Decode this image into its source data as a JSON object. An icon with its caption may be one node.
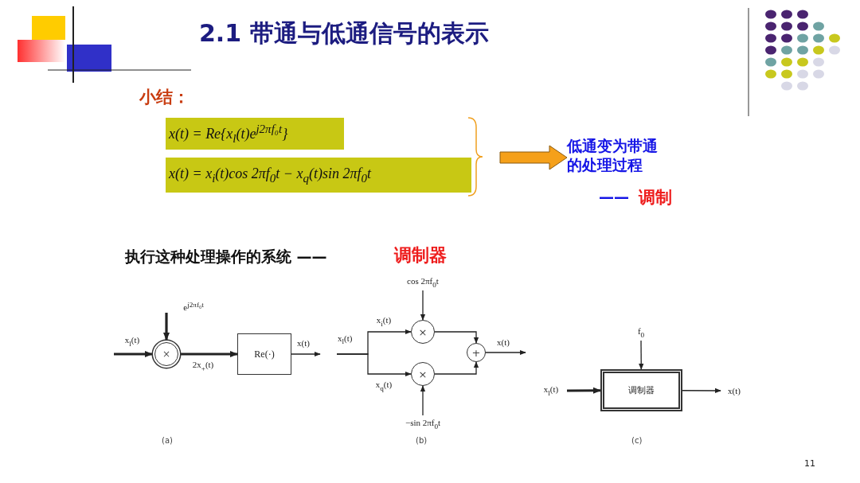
{
  "diagram": {
    "title": "2.1 带通与低通信号的表示",
    "nodes": [
      {
        "text": [
          "x(t) = Re{x$_{l}$(t)e$^{j2πf₀t}$}"
        ]
      },
      {
        "text": [
          "x(t) = x$_{i}$(t)cos 2πf$_{0}$t − x$_{q}$(t)sin 2πf$_{0}$t"
        ]
      },
      {
        "text": [
          "低通变为带通的处理过程"
        ]
      },
      {
        "text": [
          "×"
        ]
      },
      {
        "text": [
          "Re(·)"
        ]
      },
      {
        "text": [
          "×"
        ]
      },
      {
        "text": [
          "×"
        ]
      },
      {
        "text": [
          "+"
        ]
      },
      {
        "text": [
          "调制器"
        ]
      }
    ],
    "edges": [
      {
        "from": null,
        "to": 3,
        "arrow": "to",
        "label": "x$_{l}$(t)",
        "style": "thick"
      },
      {
        "from": null,
        "to": 3,
        "arrow": "to",
        "label": "e$^{j2πf₀t}$",
        "style": "thick"
      },
      {
        "from": 3,
        "to": 4,
        "arrow": "to",
        "label": "2x$_{+}$(t)",
        "style": "thick"
      },
      {
        "from": 4,
        "to": null,
        "arrow": "to",
        "label": "x(t)"
      },
      {
        "from": null,
        "to": 5,
        "arrow": "to",
        "label": "x$_{i}$(t)"
      },
      {
        "from": null,
        "to": 6,
        "arrow": "to",
        "label": "x$_{q}$(t)"
      },
      {
        "from": null,
        "to": 5,
        "arrow": "to",
        "label": "cos 2πf$_{0}$t"
      },
      {
        "from": null,
        "to": 6,
        "arrow": "to",
        "label": "−sin 2πf$_{0}$t"
      },
      {
        "from": 5,
        "to": 7,
        "arrow": "to"
      },
      {
        "from": 6,
        "to": 7,
        "arrow": "to"
      },
      {
        "from": 7,
        "to": null,
        "arrow": "to",
        "label": "x(t)"
      },
      {
        "from": null,
        "to": 8,
        "arrow": "to",
        "label": "f$_{0}$"
      },
      {
        "from": null,
        "to": 8,
        "arrow": "to",
        "label": "x$_{l}$(t)",
        "style": "thick"
      },
      {
        "from": 8,
        "to": null,
        "arrow": "to",
        "label": "x(t)"
      },
      {
        "from": null,
        "to": 2,
        "arrow": "to",
        "style": "thick",
        "color": "#f5a01a"
      }
    ],
    "labels": [
      "小结：",
      "——",
      "调制",
      "执行这种处理操作的系统 ——",
      "调制器",
      "x$_{l}$(t)",
      "(a)",
      "(b)",
      "(c)",
      "11"
    ]
  }
}
